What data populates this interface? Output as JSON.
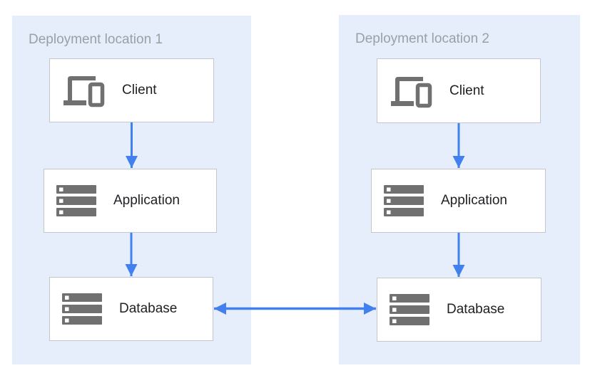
{
  "colors": {
    "page_background": "#ffffff",
    "panel_background": "#e5eefa",
    "panel_label_gray": "#9aa0a6",
    "box_background": "#ffffff",
    "box_border_gray": "#c3c6ca",
    "box_label_dark": "#202124",
    "icon_gray": "#707070",
    "arrow_blue": "#4280f0"
  },
  "panels": [
    {
      "label": "Deployment location 1",
      "nodes": [
        {
          "label": "Client",
          "icon": "devices-icon"
        },
        {
          "label": "Application",
          "icon": "server-stack-icon"
        },
        {
          "label": "Database",
          "icon": "server-stack-icon"
        }
      ]
    },
    {
      "label": "Deployment location 2",
      "nodes": [
        {
          "label": "Client",
          "icon": "devices-icon"
        },
        {
          "label": "Application",
          "icon": "server-stack-icon"
        },
        {
          "label": "Database",
          "icon": "server-stack-icon"
        }
      ]
    }
  ],
  "edges": [
    {
      "from": "Client (location 1)",
      "to": "Application (location 1)",
      "direction": "down"
    },
    {
      "from": "Application (location 1)",
      "to": "Database (location 1)",
      "direction": "down"
    },
    {
      "from": "Client (location 2)",
      "to": "Application (location 2)",
      "direction": "down"
    },
    {
      "from": "Application (location 2)",
      "to": "Database (location 2)",
      "direction": "down"
    },
    {
      "from": "Database (location 1)",
      "to": "Database (location 2)",
      "direction": "bidirectional"
    }
  ]
}
